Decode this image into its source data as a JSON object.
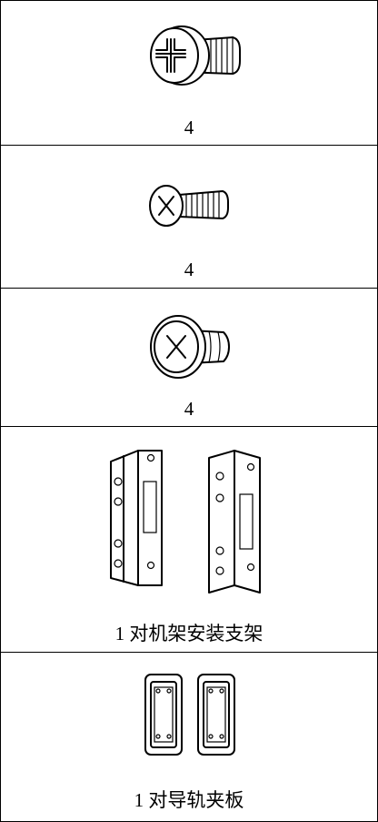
{
  "rows": [
    {
      "icon": "pan-head-screw-icon",
      "caption": "4"
    },
    {
      "icon": "countersunk-screw-icon",
      "caption": "4"
    },
    {
      "icon": "flange-screw-icon",
      "caption": "4"
    },
    {
      "icon": "rack-mount-bracket-icon",
      "caption": "1 对机架安装支架"
    },
    {
      "icon": "rail-clip-plate-icon",
      "caption": "1 对导轨夹板"
    }
  ]
}
